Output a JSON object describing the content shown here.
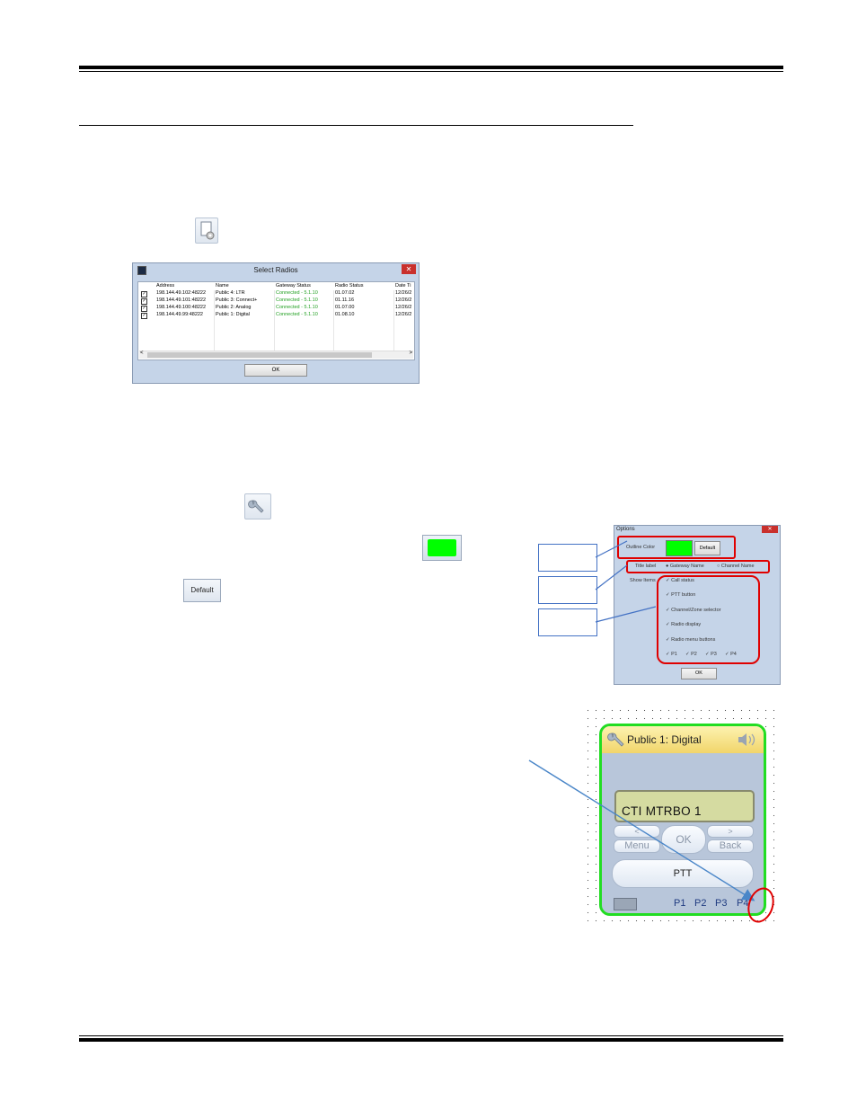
{
  "select_radios_dialog": {
    "title": "Select Radios",
    "close_glyph": "✕",
    "columns": [
      "Address",
      "Name",
      "Gateway Status",
      "Radio Status",
      "Date Ti"
    ],
    "rows": [
      {
        "checked": "✓",
        "address": "198.144.49.102:48222",
        "name": "Public 4: LTR",
        "gateway_status": "Connected - 5.1.10",
        "radio_status": "01.07.02",
        "date": "12/26/2"
      },
      {
        "checked": "✓",
        "address": "198.144.49.101:48222",
        "name": "Public 3: Connect+",
        "gateway_status": "Connected - 5.1.10",
        "radio_status": "01.11.16",
        "date": "12/26/2"
      },
      {
        "checked": "✓",
        "address": "198.144.49.100:48222",
        "name": "Public 2: Analog",
        "gateway_status": "Connected - 5.1.10",
        "radio_status": "01.07.00",
        "date": "12/26/2"
      },
      {
        "checked": "✓",
        "address": "198.144.49.99:48222",
        "name": "Public 1: Digital",
        "gateway_status": "Connected - 5.1.10",
        "radio_status": "01.08.10",
        "date": "12/26/2"
      }
    ],
    "scroll_left": "<",
    "scroll_right": ">",
    "ok_label": "OK"
  },
  "inline_default_button": "Default",
  "options_dialog": {
    "title": "Options",
    "close_glyph": "✕",
    "outline_color_label": "Outline Color",
    "default_label": "Default",
    "title_label": "Title label",
    "gateway_name": "Gateway Name",
    "channel_name": "Channel Name",
    "show_items_label": "Show Items",
    "items": [
      "Call status",
      "PTT button",
      "Channel/Zone selector",
      "Radio display",
      "Radio menu buttons"
    ],
    "presets": [
      "P1",
      "P2",
      "P3",
      "P4"
    ],
    "check_glyph": "✓",
    "ok_label": "OK"
  },
  "radio_widget": {
    "title": "Public 1: Digital",
    "display_text": "CTI MTRBO 1",
    "left_arrow": "<",
    "right_arrow": ">",
    "menu_label": "Menu",
    "ok_label": "OK",
    "back_label": "Back",
    "ptt_label": "PTT",
    "presets": [
      "P1",
      "P2",
      "P3",
      "P4"
    ]
  },
  "colors": {
    "outline": "#00ff00",
    "callout_red": "#e00000",
    "arrow_blue": "#4a86c8"
  },
  "icons": [
    "document-gear-icon",
    "wrench-icon",
    "speaker-icon"
  ]
}
